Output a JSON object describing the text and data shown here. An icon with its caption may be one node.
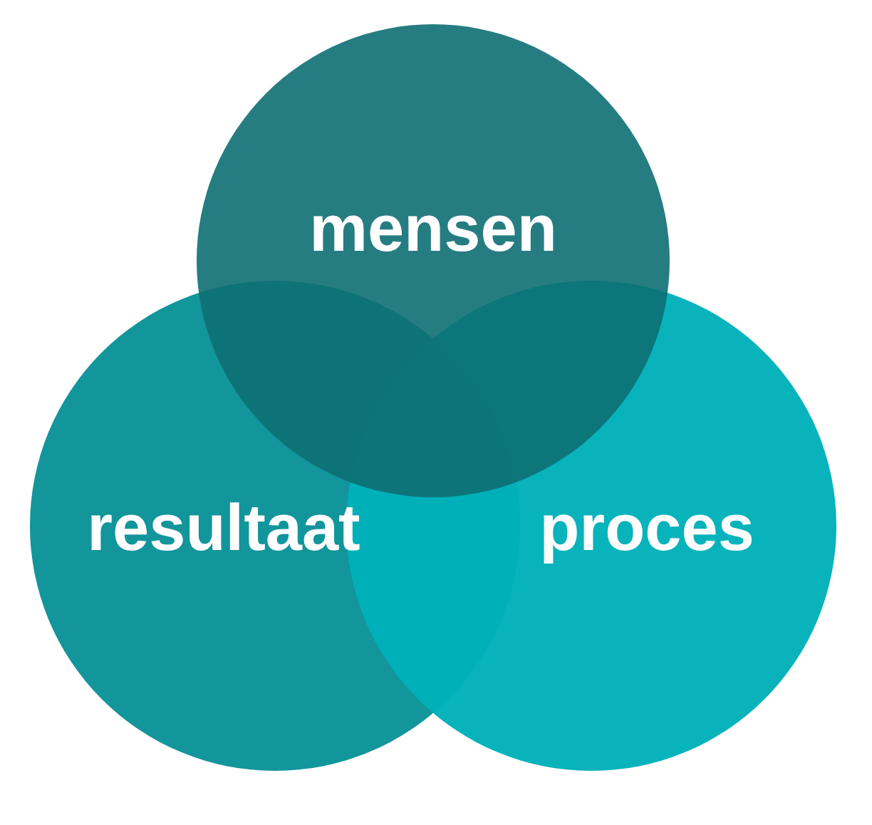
{
  "diagram": {
    "nodes": [
      {
        "text": [
          "mensen"
        ]
      },
      {
        "text": [
          "resultaat"
        ]
      },
      {
        "text": [
          "proces"
        ]
      }
    ]
  }
}
